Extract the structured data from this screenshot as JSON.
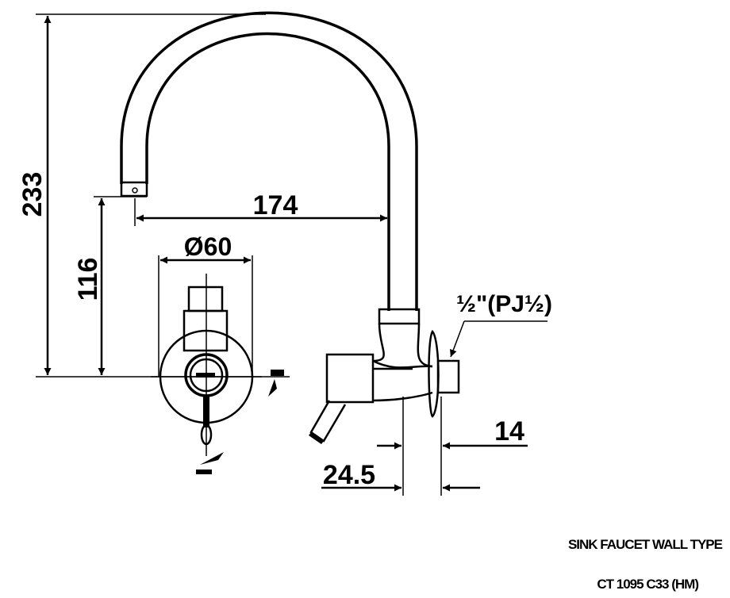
{
  "drawing": {
    "dim_height_total": "233",
    "dim_height_spout": "116",
    "dim_reach": "174",
    "dim_flange_diameter": "Ø60",
    "dim_thread_length": "14",
    "dim_wall_depth": "24.5",
    "thread_spec": "½\"(PJ½)"
  },
  "title_block": {
    "product_type": "SINK FAUCET WALL TYPE",
    "model_code": "CT 1095 C33 (HM)"
  },
  "colors": {
    "ink": "#000000",
    "background": "#ffffff"
  }
}
